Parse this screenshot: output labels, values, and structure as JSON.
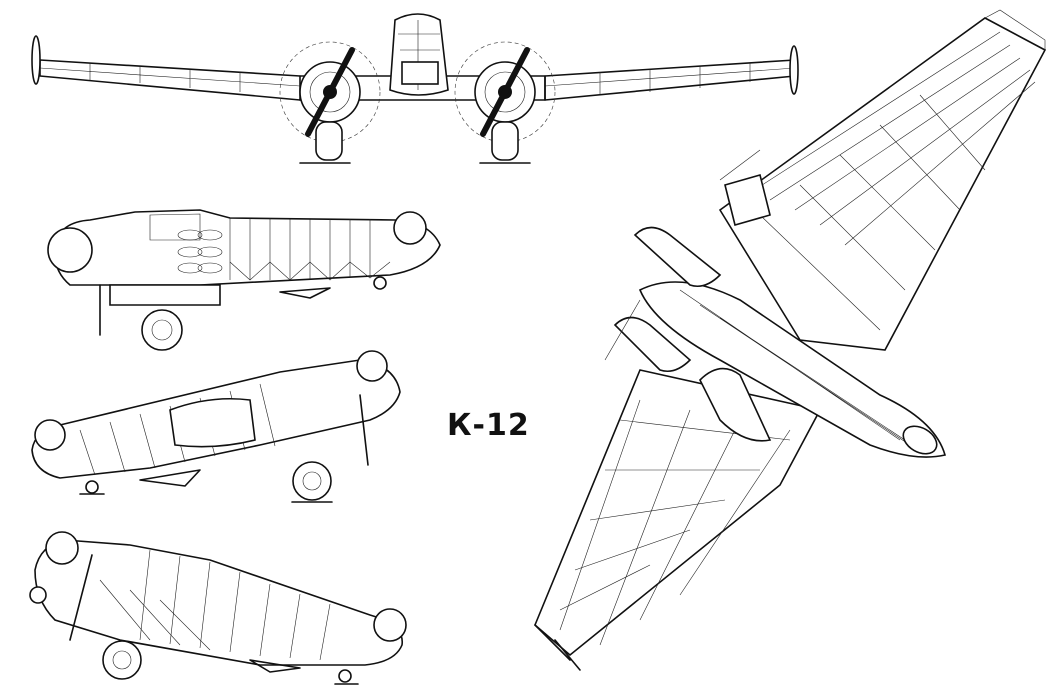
{
  "title": "К-12",
  "views": [
    {
      "id": "front"
    },
    {
      "id": "side-left"
    },
    {
      "id": "side-perspective-low"
    },
    {
      "id": "side-perspective-high"
    },
    {
      "id": "planform"
    }
  ],
  "colors": {
    "ink": "#111111",
    "background": "#ffffff"
  }
}
